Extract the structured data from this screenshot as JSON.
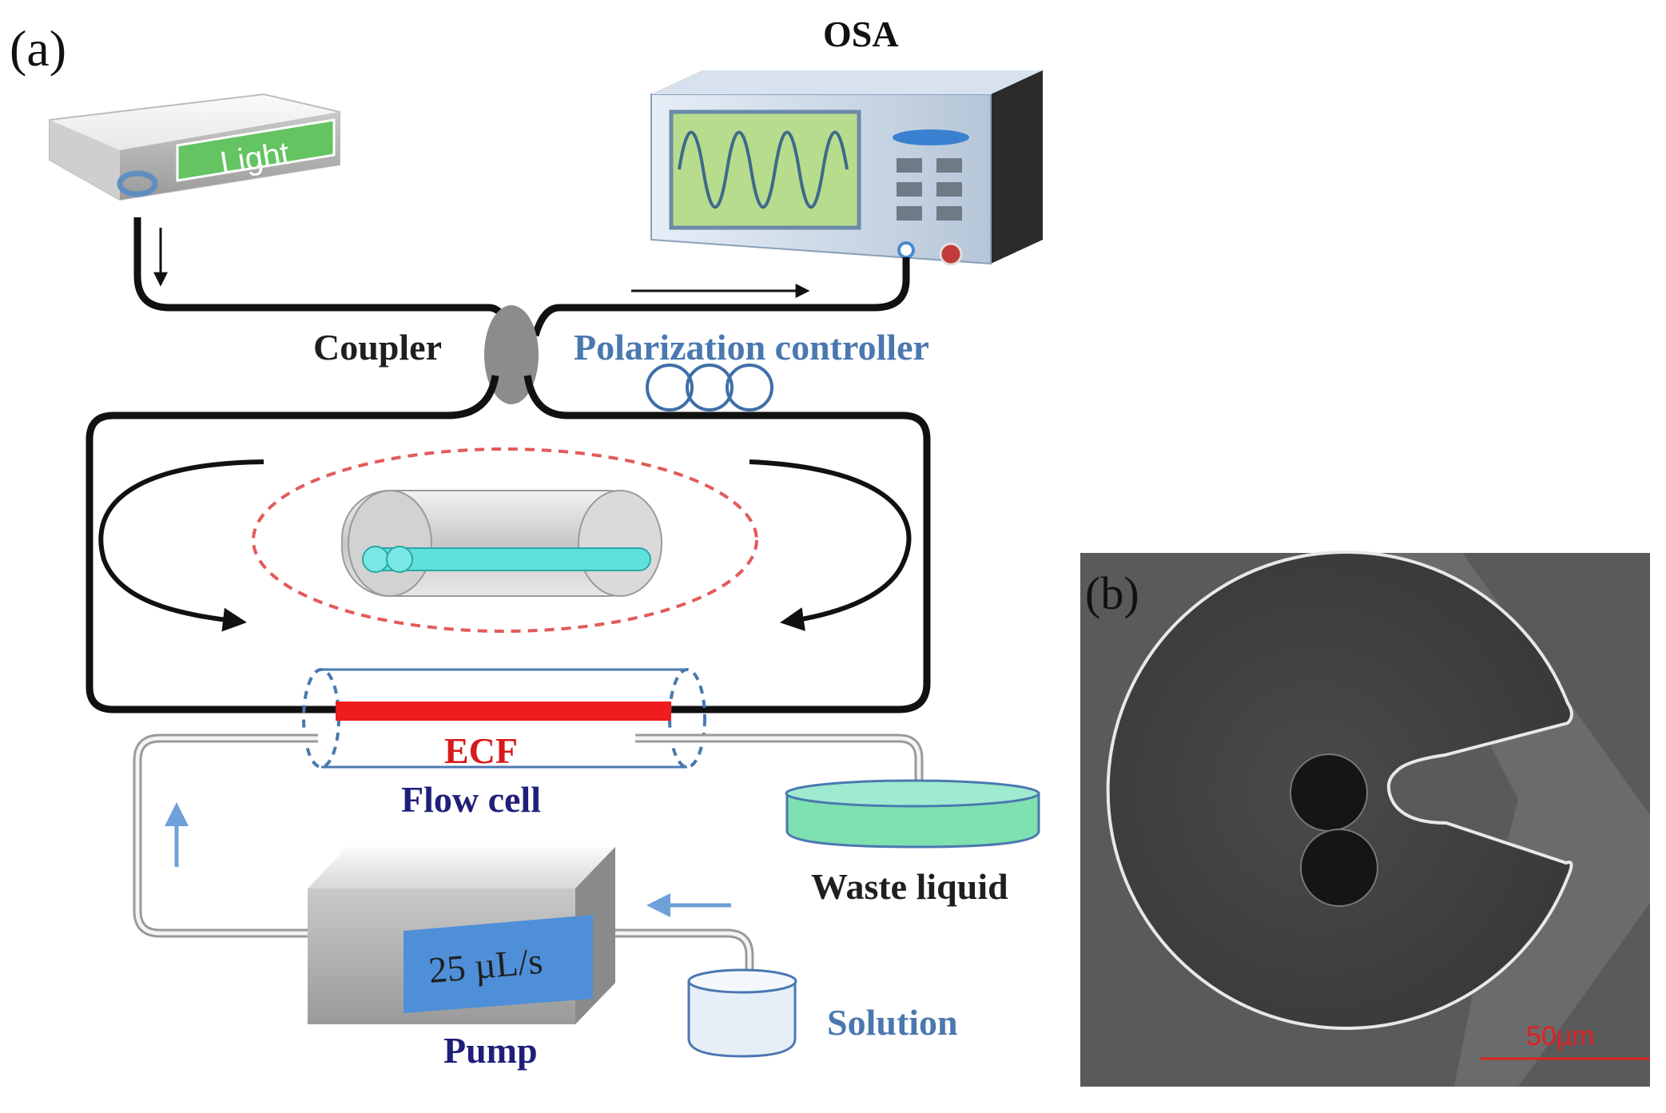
{
  "panels": {
    "a_label": "(a)",
    "b_label": "(b)"
  },
  "devices": {
    "light_source": "Light",
    "osa": "OSA",
    "coupler": "Coupler",
    "polarization_controller": "Polarization controller",
    "ecf": "ECF",
    "flow_cell": "Flow cell",
    "waste_liquid": "Waste liquid",
    "pump": "Pump",
    "pump_rate": "25 µL/s",
    "solution": "Solution"
  },
  "micrograph": {
    "scale_bar": "50µm"
  },
  "colors": {
    "fiber": "#111111",
    "ecf": "#ee1c1c",
    "blue_label": "#4a78b0",
    "navy_label": "#1f1f7a",
    "light_display": "#63c461",
    "osa_screen": "#b8dc8e",
    "pump_display": "#4f8fd8",
    "waste_liquid": "#7fe0b0",
    "cyan_core": "#5fe0dc",
    "dashed_ellipse": "#e35a5a",
    "sem_background": "#5a5a5a",
    "scale_bar": "#e02020"
  },
  "icons": [
    "light-source-box",
    "osa-instrument",
    "coupler-node",
    "polarization-loops",
    "flow-cell",
    "pump-box",
    "waste-dish",
    "solution-beaker",
    "flow-arrow"
  ]
}
